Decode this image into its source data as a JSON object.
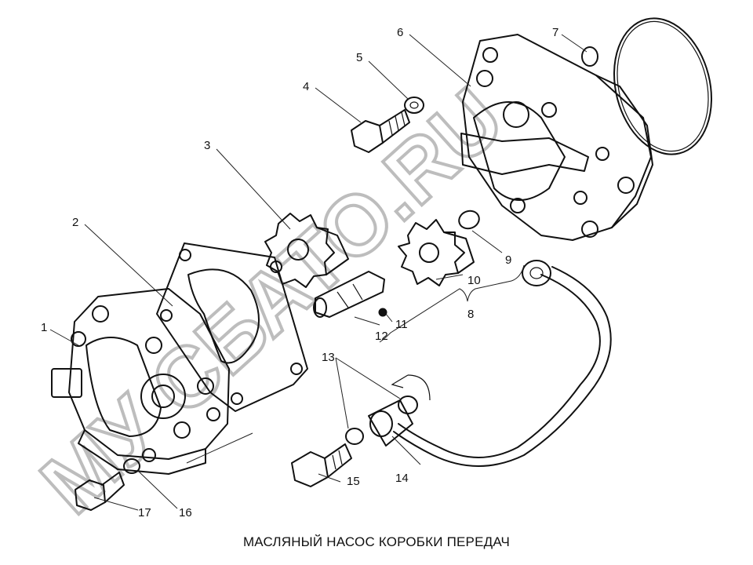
{
  "caption": "МАСЛЯНЫЙ НАСОС КОРОБКИ ПЕРЕДАЧ",
  "watermark": "МУ СБАТО.RU",
  "callouts": [
    "1",
    "2",
    "3",
    "4",
    "5",
    "6",
    "7",
    "8",
    "9",
    "10",
    "11",
    "12",
    "13",
    "14",
    "15",
    "16",
    "17"
  ],
  "colors": {
    "ink": "#111111",
    "watermark": "#bdbdbd",
    "background": "#ffffff"
  }
}
